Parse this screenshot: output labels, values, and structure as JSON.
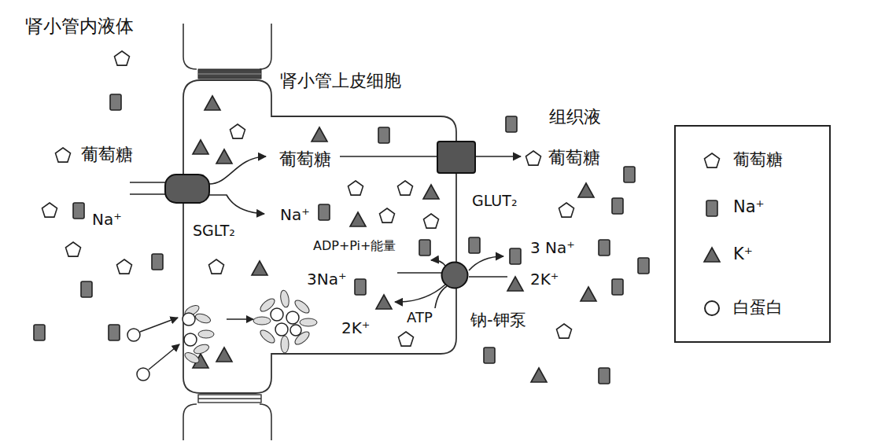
{
  "diagram": {
    "nodes": [
      {
        "text": [
          "肾小管上皮细胞"
        ]
      },
      {
        "text": [
          "SGLT₂"
        ]
      },
      {
        "text": [
          "GLUT₂"
        ]
      },
      {
        "text": [
          "钠-钾泵"
        ]
      }
    ],
    "labels": [
      "肾小管内液体",
      "组织液",
      "葡萄糖",
      "Na⁺",
      "葡萄糖",
      "Na⁺",
      "ADP+Pi+能量",
      "3Na⁺",
      "2K⁺",
      "ATP",
      "3 Na⁺",
      "2K⁺",
      "葡萄糖"
    ],
    "legend": [
      {
        "text": "葡萄糖"
      },
      {
        "text": "Na⁺"
      },
      {
        "text": "K⁺"
      },
      {
        "text": "白蛋白"
      }
    ]
  }
}
